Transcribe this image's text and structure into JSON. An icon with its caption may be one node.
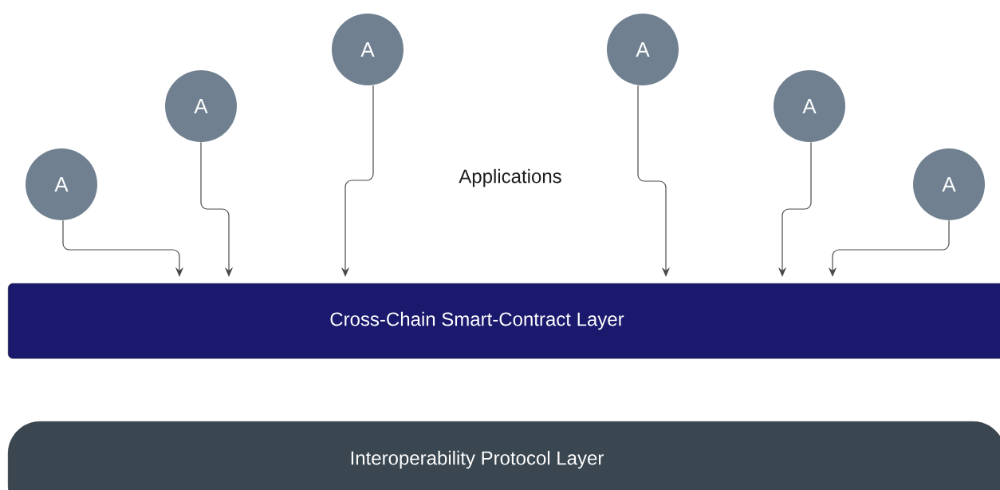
{
  "diagram": {
    "nodes": [
      {
        "text": [
          "A"
        ]
      },
      {
        "text": [
          "A"
        ]
      },
      {
        "text": [
          "A"
        ]
      },
      {
        "text": [
          "A"
        ]
      },
      {
        "text": [
          "A"
        ]
      },
      {
        "text": [
          "A"
        ]
      },
      {
        "text": [
          "Cross-Chain Smart-Contract Layer"
        ]
      },
      {
        "text": [
          "Interoperability Protocol Layer"
        ]
      }
    ],
    "edges": [
      {
        "from": 0,
        "to": 6,
        "arrow": "to"
      },
      {
        "from": 1,
        "to": 6,
        "arrow": "to"
      },
      {
        "from": 2,
        "to": 6,
        "arrow": "to"
      },
      {
        "from": 3,
        "to": 6,
        "arrow": "to"
      },
      {
        "from": 4,
        "to": 6,
        "arrow": "to"
      },
      {
        "from": 5,
        "to": 6,
        "arrow": "to"
      }
    ],
    "labels": [
      "Applications"
    ]
  }
}
